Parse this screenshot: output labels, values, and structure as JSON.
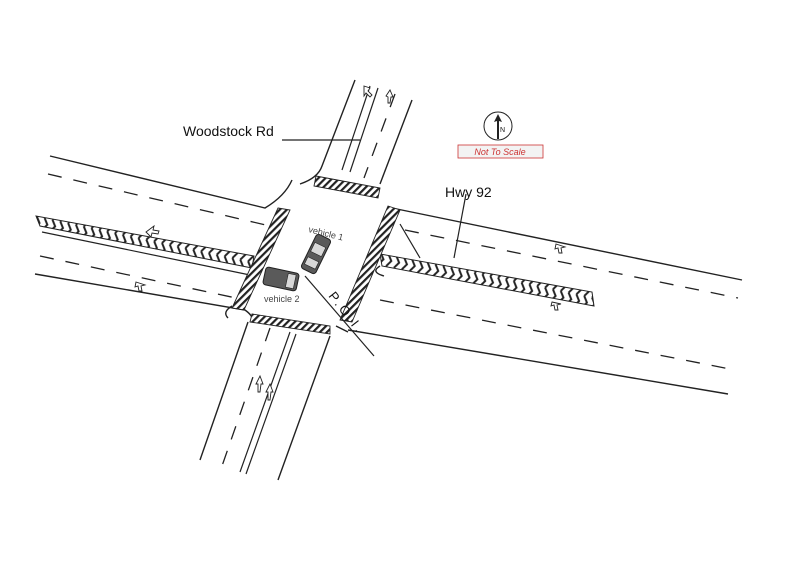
{
  "labels": {
    "woodstock_rd": "Woodstock Rd",
    "hwy_92": "Hwy 92",
    "vehicle_1": "vehicle 1",
    "vehicle_2": "vehicle 2",
    "poi": "P.O.I.",
    "not_to_scale": "Not To Scale",
    "north": "N"
  },
  "colors": {
    "not_to_scale_text": "#cc3333",
    "not_to_scale_border": "#cc3333",
    "vehicle_fill": "#5a5a5a",
    "line": "#222222"
  },
  "icons": {
    "compass": "north-arrow-icon",
    "lane_arrow": "lane-direction-arrow-icon"
  }
}
